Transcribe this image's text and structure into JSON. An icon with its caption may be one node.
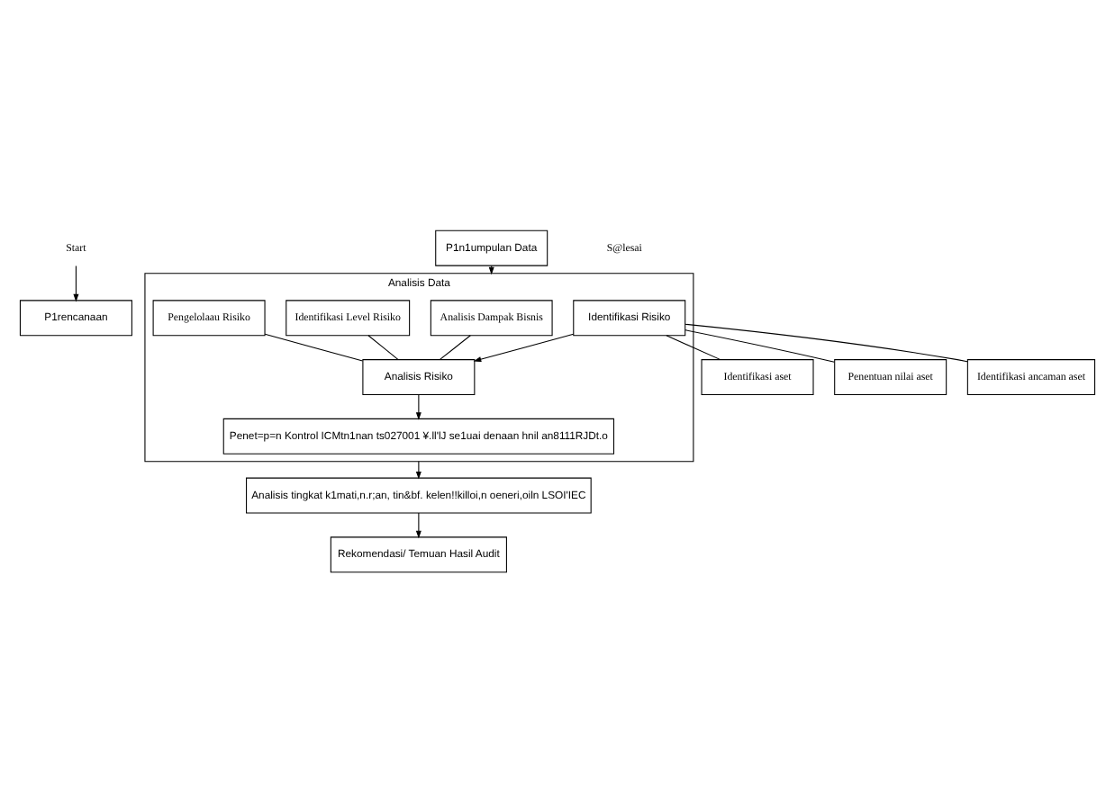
{
  "diagram": {
    "nodes": [
      {
        "text": [
          "Start"
        ]
      },
      {
        "text": [
          "P1rencanaan"
        ]
      },
      {
        "text": [
          "P1n1umpulan Data"
        ]
      },
      {
        "text": [
          "Analisis Data"
        ]
      },
      {
        "text": [
          "Analisis Dampak Bisnis"
        ],
        "in": 3
      },
      {
        "text": [
          "Identifikasi Level Risiko"
        ],
        "in": 3
      },
      {
        "text": [
          "Pengelolaau Risiko"
        ],
        "in": 3
      },
      {
        "text": [
          "Identifikasi Risiko"
        ],
        "in": 3
      },
      {
        "text": [
          "Analisis Risiko"
        ],
        "in": 3
      },
      {
        "text": [
          "Penet=p=n Kontrol ICMtn1nan ts027001 ¥.ll'lJ se1uai denaan hnil an8111RJDt.o"
        ],
        "in": 3
      },
      {
        "text": [
          "Identifikasi aset"
        ]
      },
      {
        "text": [
          "Penentuan nilai aset"
        ]
      },
      {
        "text": [
          "Identifikasi ancaman aset"
        ]
      },
      {
        "text": [
          "Analisis tingkat k1mati,n.r;an, tin&bf. kelen!!killoi,n oeneri,oiln LSOI'IEC"
        ]
      },
      {
        "text": [
          "Rekomendasi/ Temuan Hasil Audit"
        ]
      },
      {
        "text": [
          "S@lesai"
        ]
      }
    ],
    "edges": [
      {
        "from": 0,
        "to": 1,
        "arrow": "to"
      },
      {
        "from": 2,
        "to": 3,
        "arrow": "to"
      },
      {
        "from": 7,
        "to": 8,
        "arrow": "to"
      },
      {
        "from": 8,
        "to": 9,
        "arrow": "to"
      },
      {
        "from": 4,
        "to": 8,
        "arrow": "none"
      },
      {
        "from": 5,
        "to": 8,
        "arrow": "none"
      },
      {
        "from": 6,
        "to": 8,
        "arrow": "none"
      },
      {
        "from": 7,
        "to": 10,
        "arrow": "none"
      },
      {
        "from": 7,
        "to": 11,
        "arrow": "none"
      },
      {
        "from": 7,
        "to": 12,
        "arrow": "none"
      },
      {
        "from": 3,
        "to": 13,
        "arrow": "to"
      },
      {
        "from": 13,
        "to": 14,
        "arrow": "to"
      }
    ]
  }
}
